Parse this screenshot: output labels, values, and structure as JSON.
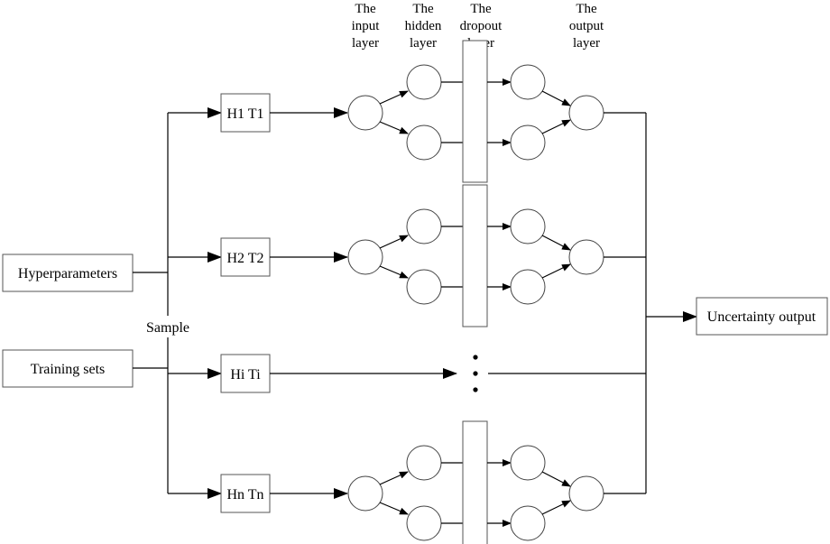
{
  "layer_headers": [
    [
      "The",
      "input",
      "layer"
    ],
    [
      "The",
      "hidden",
      "layer"
    ],
    [
      "The",
      "dropout",
      "layer"
    ],
    [
      "The",
      "output",
      "layer"
    ]
  ],
  "inputs": {
    "hyperparameters": "Hyperparameters",
    "training_sets": "Training sets"
  },
  "sample_label": "Sample",
  "branches": [
    {
      "label": "H1 T1",
      "kind": "network"
    },
    {
      "label": "H2 T2",
      "kind": "network"
    },
    {
      "label": "Hi Ti",
      "kind": "ellipsis"
    },
    {
      "label": "Hn Tn",
      "kind": "network"
    }
  ],
  "output_label": "Uncertainty output"
}
